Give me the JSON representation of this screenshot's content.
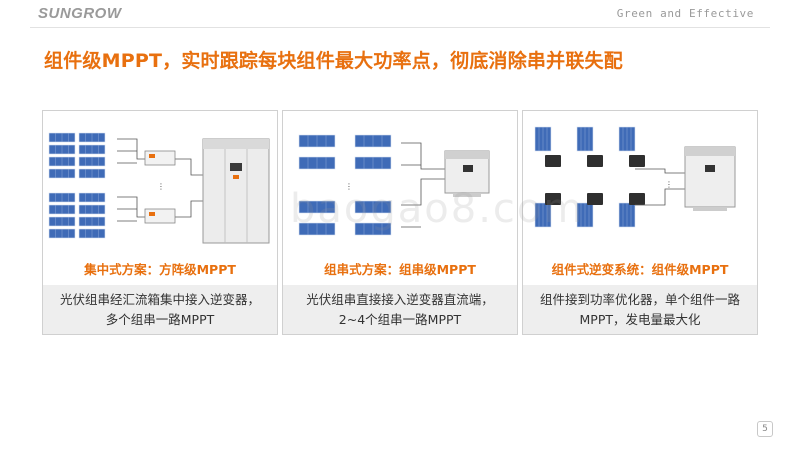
{
  "header": {
    "logo": "SUNGROW",
    "tagline": "Green and Effective"
  },
  "title": "组件级MPPT，实时跟踪每块组件最大功率点，彻底消除串并联失配",
  "cards": [
    {
      "caption": "集中式方案：方阵级MPPT",
      "desc": [
        "光伏组串经汇流箱集中接入逆变器，",
        "多个组串一路MPPT"
      ]
    },
    {
      "caption": "组串式方案：组串级MPPT",
      "desc": [
        "光伏组串直接接入逆变器直流端，",
        "2~4个组串一路MPPT"
      ]
    },
    {
      "caption": "组件式逆变系统：组件级MPPT",
      "desc": [
        "组件接到功率优化器，单个组件一路",
        "MPPT，发电量最大化"
      ]
    }
  ],
  "watermark": "baogao8.com",
  "page_number": "5",
  "colors": {
    "accent": "#e8700f",
    "panel": "#3f6bb7",
    "gray": "#9a9a9a"
  }
}
